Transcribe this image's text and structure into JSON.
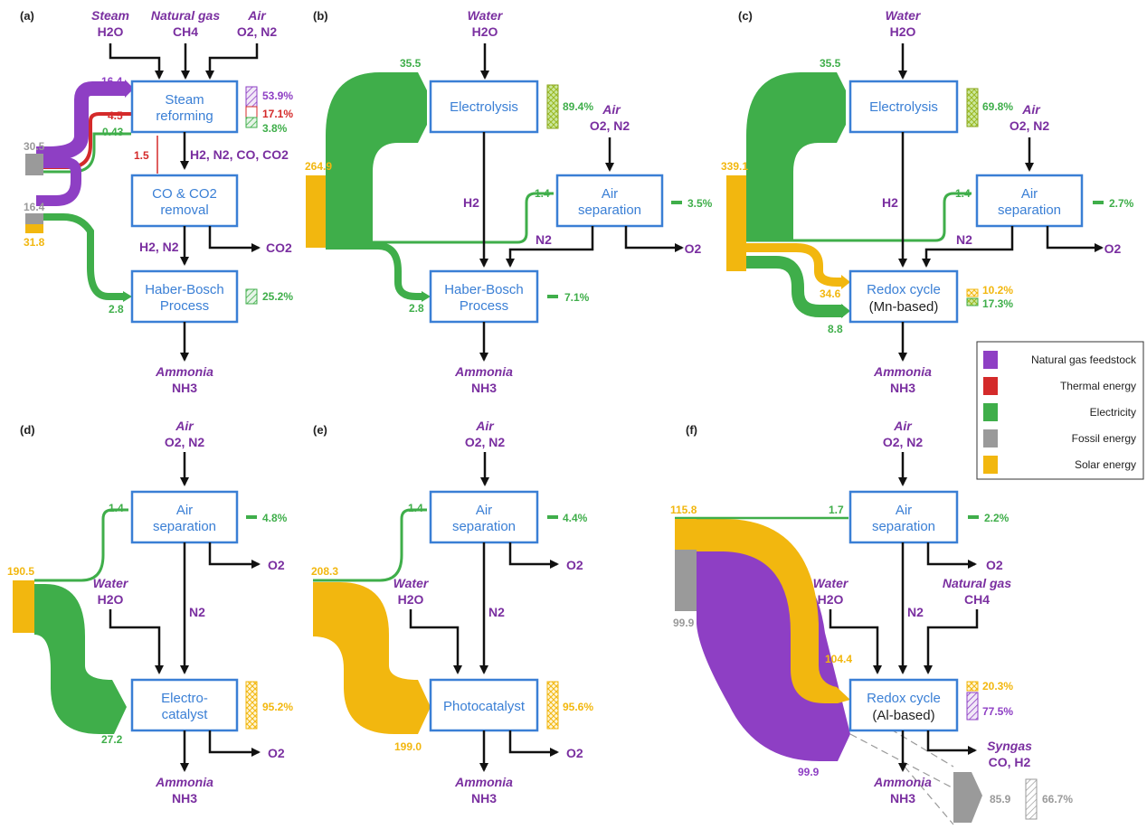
{
  "panels": {
    "a": {
      "label": "(a)",
      "inputs": [
        {
          "name": "Steam",
          "formula": "H2O"
        },
        {
          "name": "Natural gas",
          "formula": "CH4"
        },
        {
          "name": "Air",
          "formula": "O2, N2"
        }
      ],
      "processes": [
        {
          "line1": "Steam",
          "line2": "reforming"
        },
        {
          "line1": "CO & CO2",
          "line2": "removal"
        },
        {
          "line1": "Haber-Bosch",
          "line2": "Process"
        }
      ],
      "flow_labels": [
        "H2, N2, CO, CO2",
        "H2, N2",
        "CO2"
      ],
      "values": {
        "purple_in": "16.4",
        "red_in": "4.5",
        "green_in": "0.43",
        "red_side": "1.5",
        "gray_top": "30.5",
        "gray_bottom": "16.4",
        "yellow_bottom": "31.8",
        "green_hb": "2.8"
      },
      "efficiency": {
        "purple": "53.9%",
        "red": "17.1%",
        "green": "3.8%",
        "hb": "25.2%"
      },
      "output": {
        "name": "Ammonia",
        "formula": "NH3"
      }
    },
    "b": {
      "label": "(b)",
      "inputs": [
        {
          "name": "Water",
          "formula": "H2O"
        },
        {
          "name": "Air",
          "formula": "O2, N2"
        }
      ],
      "processes": [
        {
          "line1": "Electrolysis"
        },
        {
          "line1": "Air",
          "line2": "separation"
        },
        {
          "line1": "Haber-Bosch",
          "line2": "Process"
        }
      ],
      "flow_labels": [
        "H2",
        "N2",
        "O2"
      ],
      "values": {
        "solar": "264.9",
        "electrolysis": "35.5",
        "air_sep": "1.4",
        "hb": "2.8"
      },
      "efficiency": {
        "electrolysis": "89.4%",
        "air_sep": "3.5%",
        "hb": "7.1%"
      },
      "output": {
        "name": "Ammonia",
        "formula": "NH3"
      }
    },
    "c": {
      "label": "(c)",
      "inputs": [
        {
          "name": "Water",
          "formula": "H2O"
        },
        {
          "name": "Air",
          "formula": "O2, N2"
        }
      ],
      "processes": [
        {
          "line1": "Electrolysis"
        },
        {
          "line1": "Air",
          "line2": "separation"
        },
        {
          "line1": "Redox cycle",
          "line2": "(Mn-based)"
        }
      ],
      "flow_labels": [
        "H2",
        "N2",
        "O2"
      ],
      "values": {
        "solar": "339.1",
        "electrolysis": "35.5",
        "air_sep": "1.4",
        "redox_solar": "34.6",
        "redox_elec": "8.8"
      },
      "efficiency": {
        "electrolysis": "69.8%",
        "air_sep": "2.7%",
        "redox_solar": "10.2%",
        "redox_elec": "17.3%"
      },
      "output": {
        "name": "Ammonia",
        "formula": "NH3"
      }
    },
    "d": {
      "label": "(d)",
      "inputs": [
        {
          "name": "Air",
          "formula": "O2, N2"
        },
        {
          "name": "Water",
          "formula": "H2O"
        }
      ],
      "processes": [
        {
          "line1": "Air",
          "line2": "separation"
        },
        {
          "line1": "Electro-",
          "line2": "catalyst"
        }
      ],
      "flow_labels": [
        "N2",
        "O2",
        "O2"
      ],
      "values": {
        "solar": "190.5",
        "air_sep": "1.4",
        "catalyst": "27.2"
      },
      "efficiency": {
        "air_sep": "4.8%",
        "catalyst": "95.2%"
      },
      "output": {
        "name": "Ammonia",
        "formula": "NH3"
      }
    },
    "e": {
      "label": "(e)",
      "inputs": [
        {
          "name": "Air",
          "formula": "O2, N2"
        },
        {
          "name": "Water",
          "formula": "H2O"
        }
      ],
      "processes": [
        {
          "line1": "Air",
          "line2": "separation"
        },
        {
          "line1": "Photocatalyst"
        }
      ],
      "flow_labels": [
        "N2",
        "O2",
        "O2"
      ],
      "values": {
        "solar": "208.3",
        "air_sep": "1.4",
        "catalyst": "199.0"
      },
      "efficiency": {
        "air_sep": "4.4%",
        "catalyst": "95.6%"
      },
      "output": {
        "name": "Ammonia",
        "formula": "NH3"
      }
    },
    "f": {
      "label": "(f)",
      "inputs": [
        {
          "name": "Air",
          "formula": "O2, N2"
        },
        {
          "name": "Water",
          "formula": "H2O"
        },
        {
          "name": "Natural gas",
          "formula": "CH4"
        }
      ],
      "processes": [
        {
          "line1": "Air",
          "line2": "separation"
        },
        {
          "line1": "Redox cycle",
          "line2": "(Al-based)"
        }
      ],
      "flow_labels": [
        "N2",
        "O2"
      ],
      "values": {
        "solar": "115.8",
        "air_sep": "1.7",
        "gray": "99.9",
        "redox_solar": "104.4",
        "purple": "99.9",
        "syngas": "85.9"
      },
      "efficiency": {
        "air_sep": "2.2%",
        "redox_solar": "20.3%",
        "redox_purple": "77.5%",
        "syngas": "66.7%"
      },
      "output": {
        "name": "Ammonia",
        "formula": "NH3"
      },
      "syngas": {
        "name": "Syngas",
        "formula": "CO, H2"
      }
    }
  },
  "legend": [
    {
      "label": "Natural gas feedstock",
      "color": "#8e3fc4"
    },
    {
      "label": "Thermal energy",
      "color": "#d42a2a"
    },
    {
      "label": "Electricity",
      "color": "#3fae4a"
    },
    {
      "label": "Fossil energy",
      "color": "#9a9a9a"
    },
    {
      "label": "Solar energy",
      "color": "#f2b70f"
    }
  ]
}
